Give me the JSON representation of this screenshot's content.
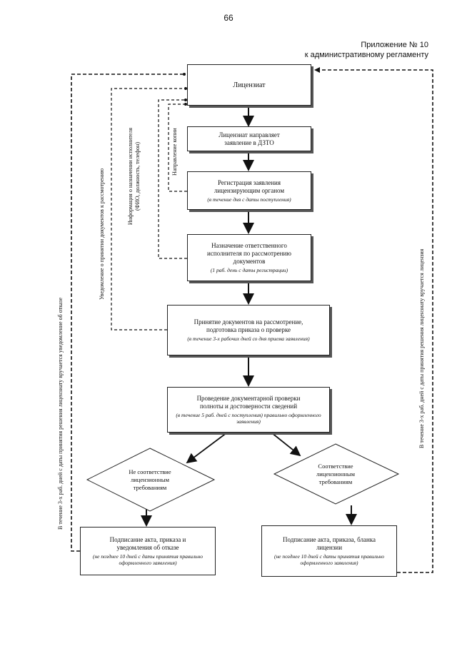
{
  "header": {
    "page_number": "66",
    "appendix_line1": "Приложение № 10",
    "appendix_line2": "к административному регламенту"
  },
  "boxes": {
    "licensee": {
      "title": "Лицензиат"
    },
    "sends_application": {
      "line1": "Лицензиат направляет",
      "line2": "заявление в ДЗТО"
    },
    "registration": {
      "line1": "Регистрация заявления",
      "line2": "лицензирующим органом",
      "note": "(в течение дня с даты поступления)"
    },
    "assign_executor": {
      "line1": "Назначение ответственного",
      "line2": "исполнителя по рассмотрению",
      "line3": "документов",
      "note": "(1 раб. день с даты регистрации)"
    },
    "accept_documents": {
      "line1": "Принятие документов на рассмотрение,",
      "line2": "подготовка приказа о проверке",
      "note": "(в течение 3-х рабочих дней со дня приема заявления)"
    },
    "documentary_check": {
      "line1": "Проведение документарной проверки",
      "line2": "полноты и достоверности сведений",
      "note": "(в течение 5 раб. дней с поступления) правильно оформленного заявления)"
    },
    "refusal": {
      "line1": "Подписание акта, приказа и",
      "line2": "уведомления об отказе",
      "note": "(не позднее 10 дней с даты принятия правильно оформленного заявления)"
    },
    "issue": {
      "line1": "Подписание акта, приказа, бланка",
      "line2": "лицензии",
      "note": "(не позднее 10 дней с даты принятия правильно оформленного заявления)"
    }
  },
  "diamonds": {
    "non_compliance": {
      "line1": "Не соответствие",
      "line2": "лицензионным",
      "line3": "требованиям"
    },
    "compliance": {
      "line1": "Соответствие",
      "line2": "лицензионным",
      "line3": "требованиям"
    }
  },
  "side_labels": {
    "copy_direction": "Направление копии",
    "executor_info_line1": "Информация о назначении исполнителя",
    "executor_info_line2": "(ФИО, должность, телефон)",
    "acceptance_notice": "Уведомление о принятии документов к рассмотрению",
    "refusal_notice": "В течение 3-х раб. дней с даты принятия решения лицензиату вручается уведомление об отказе",
    "license_delivery": "В течение 3-х раб. дней с даты принятия решения лицензиату вручается лицензия"
  }
}
